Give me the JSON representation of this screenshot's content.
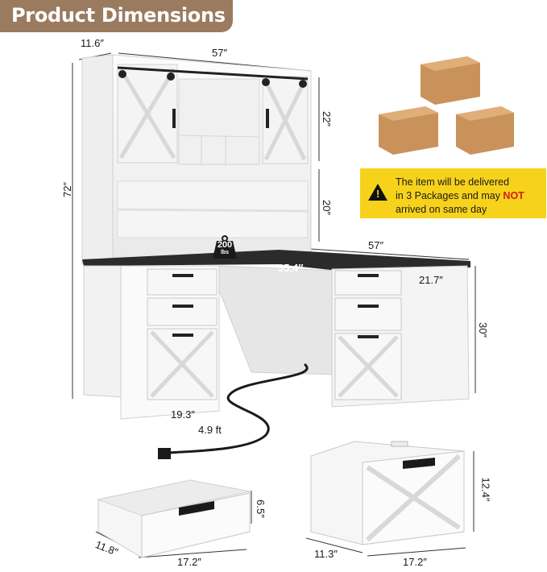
{
  "title": "Product Dimensions",
  "dimensions": {
    "hutch_depth": "11.6″",
    "hutch_width": "57″",
    "total_height": "72″",
    "hutch_upper": "22″",
    "hutch_lower": "20″",
    "l_width": "57″",
    "inner_width": "35.4″",
    "desk_depth": "21.7″",
    "desk_height": "30″",
    "cabinet_depth": "19.3″",
    "cord_length": "4.9 ft",
    "drawer_height": "6.5″",
    "drawer_depth": "11.8″",
    "drawer_width": "17.2″",
    "file_height": "12.4″",
    "file_depth": "11.3″",
    "file_width": "17.2″"
  },
  "load_badge": {
    "value": "200",
    "unit": "lbs"
  },
  "notice": {
    "line1": "The item will be delivered",
    "line2_pre": "in 3 Packages and may ",
    "line2_red": "NOT",
    "line3": "arrived on same day"
  },
  "colors": {
    "banner": "#9a7b5f",
    "notice": "#f7d21b",
    "box": "#c9925a",
    "desk_top": "#2b2b2b"
  }
}
